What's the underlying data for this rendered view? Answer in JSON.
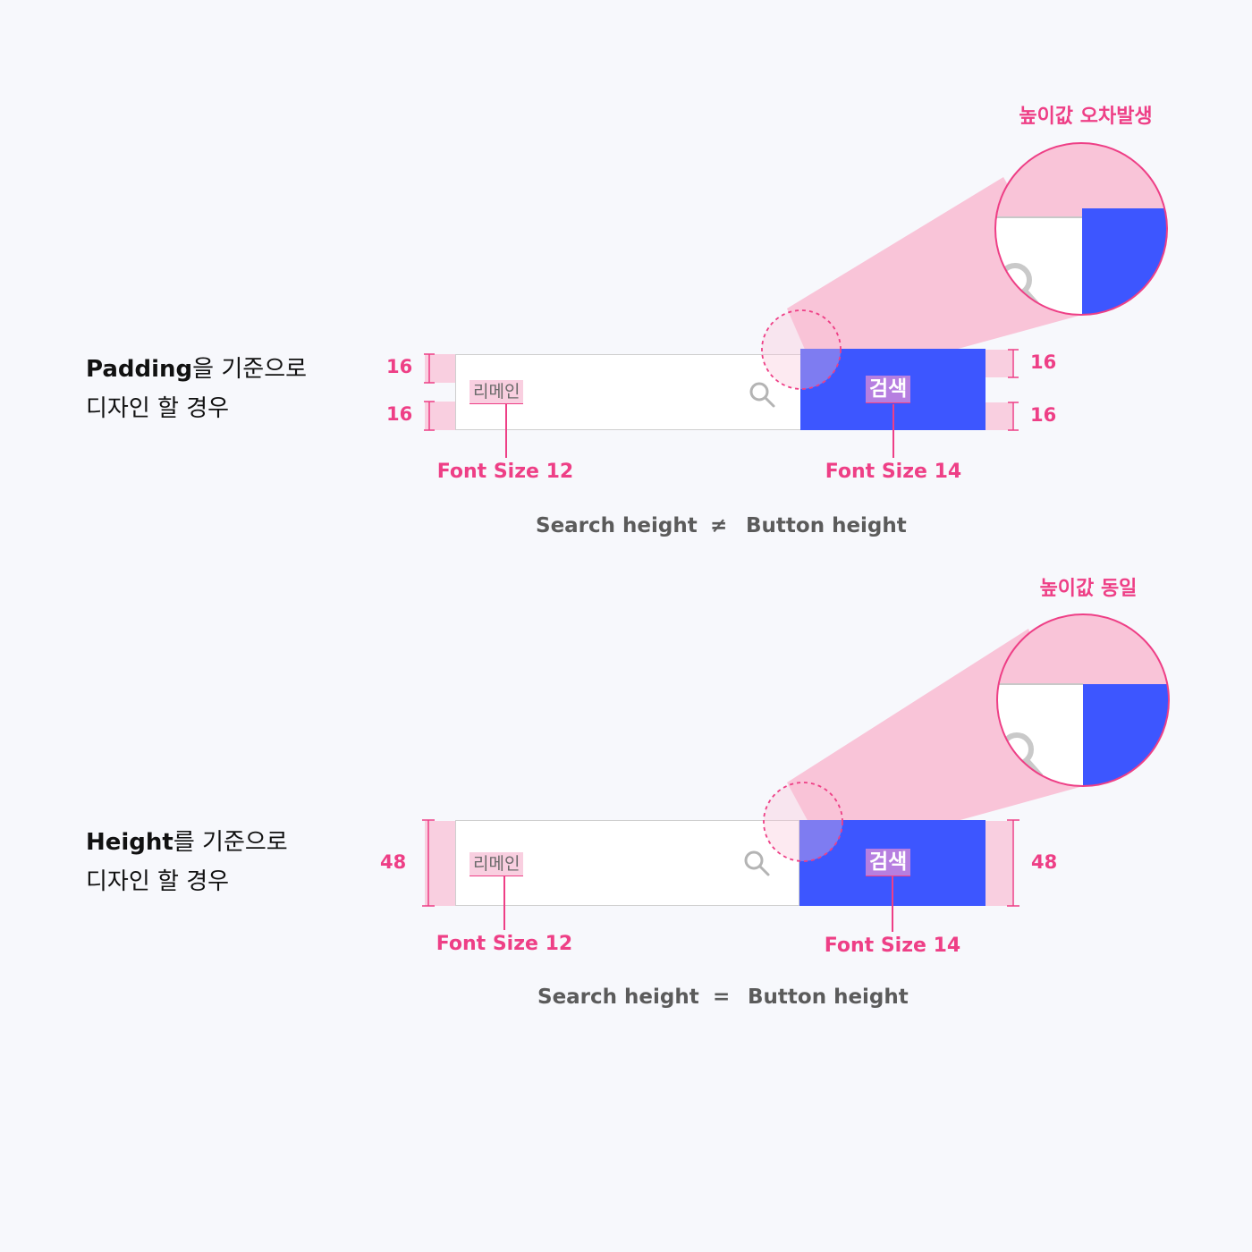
{
  "colors": {
    "accent_pink": "#ee3f86",
    "highlight_pink": "#f9c4d8",
    "button_blue": "#3d56ff",
    "page_bg": "#f7f8fc",
    "search_border": "#cfcfcf"
  },
  "section_padding": {
    "heading_bold": "Padding",
    "heading_rest": "을 기준으로",
    "heading_line2": "디자인 할 경우",
    "left_top_value": "16",
    "left_bottom_value": "16",
    "right_top_value": "16",
    "right_bottom_value": "16",
    "search_placeholder": "리메인",
    "search_icon": "search-icon",
    "button_label": "검색",
    "search_font_label": "Font Size 12",
    "button_font_label": "Font Size 14",
    "zoom_label": "높이값 오차발생",
    "compare_left": "Search height",
    "compare_operator": "≠",
    "compare_right": "Button height"
  },
  "section_height": {
    "heading_bold": "Height",
    "heading_rest": "를 기준으로",
    "heading_line2": "디자인 할 경우",
    "left_value": "48",
    "right_value": "48",
    "search_placeholder": "리메인",
    "search_icon": "search-icon",
    "button_label": "검색",
    "search_font_label": "Font Size 12",
    "button_font_label": "Font Size 14",
    "zoom_label": "높이값 동일",
    "compare_left": "Search height",
    "compare_operator": "=",
    "compare_right": "Button height"
  }
}
